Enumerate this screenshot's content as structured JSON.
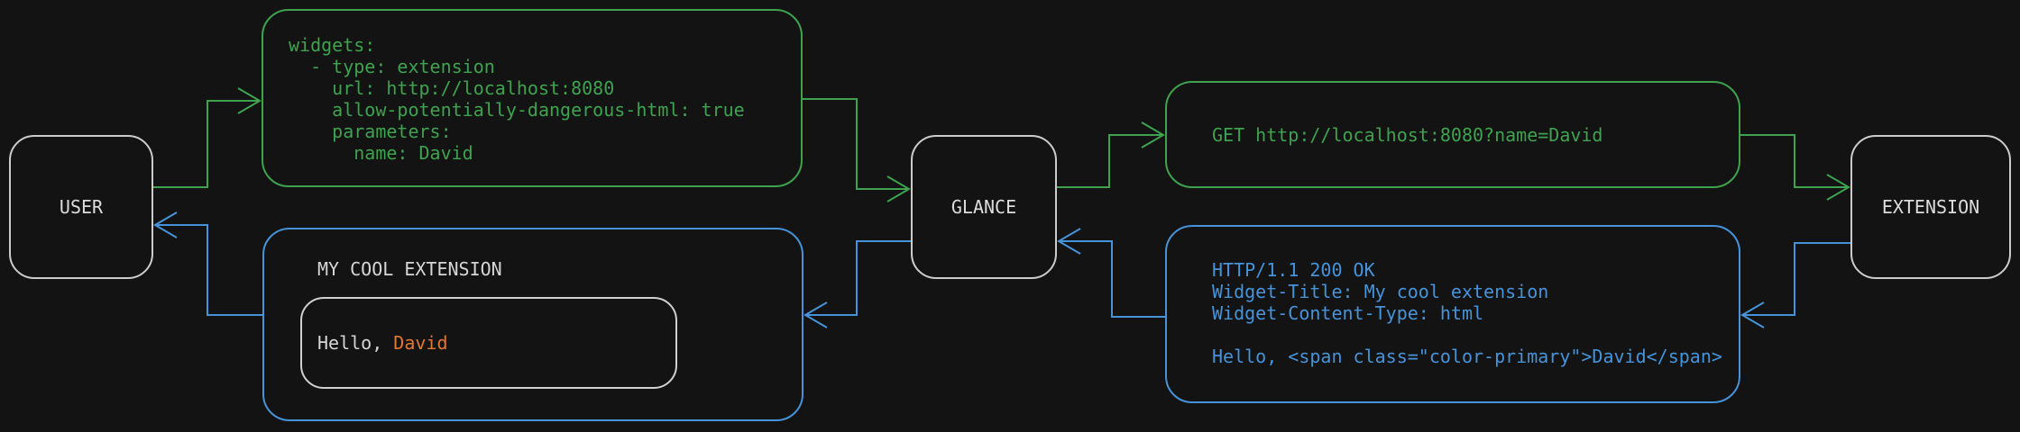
{
  "nodes": {
    "user": {
      "label": "USER"
    },
    "glance": {
      "label": "GLANCE"
    },
    "extension": {
      "label": "EXTENSION"
    }
  },
  "config_box": {
    "code": "widgets:\n  - type: extension\n    url: http://localhost:8080\n    allow-potentially-dangerous-html: true\n    parameters:\n      name: David"
  },
  "request_box": {
    "code": "GET http://localhost:8080?name=David"
  },
  "response_box": {
    "code": "HTTP/1.1 200 OK\nWidget-Title: My cool extension\nWidget-Content-Type: html\n\nHello, <span class=\"color-primary\">David</span>"
  },
  "widget_box": {
    "title": "MY COOL EXTENSION",
    "greeting_prefix": "Hello, ",
    "greeting_name": "David"
  },
  "colors": {
    "background": "#131313",
    "node_border": "#cccccc",
    "text": "#dcdcdc",
    "request_green": "#3ea24f",
    "response_blue": "#4793d9",
    "accent_orange": "#e2772e",
    "inner_border": "#d0d0d0"
  }
}
